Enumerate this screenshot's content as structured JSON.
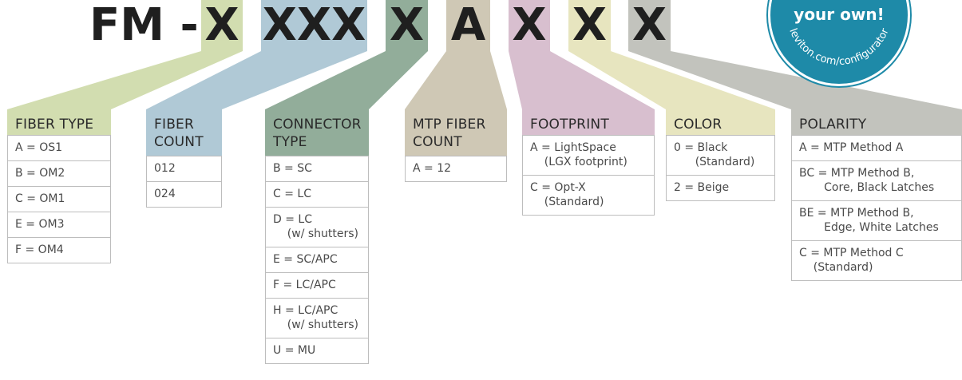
{
  "title": {
    "prefix": "FM -",
    "letters": [
      "X",
      "XXX",
      "X",
      "A",
      "X",
      "X",
      "X"
    ]
  },
  "badge": {
    "main_text": "your own!",
    "arc_text": "leviton.com/configurator"
  },
  "colors": {
    "fiber_type": "#d2ddb0",
    "fiber_count": "#b0c9d6",
    "connector_type": "#92ad9a",
    "mtp_fiber_count": "#cfc8b5",
    "footprint": "#d8bfcf",
    "color": "#e7e5bf",
    "polarity": "#c2c3bd",
    "badge": "#1e8aa8"
  },
  "columns": [
    {
      "key": "fiber_type",
      "heading": [
        "FIBER TYPE"
      ],
      "options": [
        [
          "A = OS1"
        ],
        [
          "B = OM2"
        ],
        [
          "C = OM1"
        ],
        [
          "E = OM3"
        ],
        [
          "F = OM4"
        ]
      ]
    },
    {
      "key": "fiber_count",
      "heading": [
        "FIBER",
        "COUNT"
      ],
      "options": [
        [
          "012"
        ],
        [
          "024"
        ]
      ]
    },
    {
      "key": "connector_type",
      "heading": [
        "CONNECTOR",
        "TYPE"
      ],
      "options": [
        [
          "B = SC"
        ],
        [
          "C = LC"
        ],
        [
          "D = LC",
          "    (w/ shutters)"
        ],
        [
          "E = SC/APC"
        ],
        [
          "F = LC/APC"
        ],
        [
          "H = LC/APC",
          "    (w/ shutters)"
        ],
        [
          "U = MU"
        ]
      ]
    },
    {
      "key": "mtp_fiber_count",
      "heading": [
        "MTP FIBER",
        "COUNT"
      ],
      "options": [
        [
          "A = 12"
        ]
      ]
    },
    {
      "key": "footprint",
      "heading": [
        "FOOTPRINT"
      ],
      "options": [
        [
          "A = LightSpace",
          "    (LGX footprint)"
        ],
        [
          "C = Opt-X",
          "    (Standard)"
        ]
      ]
    },
    {
      "key": "color",
      "heading": [
        "COLOR"
      ],
      "options": [
        [
          "0 = Black",
          "      (Standard)"
        ],
        [
          "2 = Beige"
        ]
      ]
    },
    {
      "key": "polarity",
      "heading": [
        "POLARITY"
      ],
      "options": [
        [
          "A = MTP Method A"
        ],
        [
          "BC = MTP Method B,",
          "       Core, Black Latches"
        ],
        [
          "BE = MTP Method B,",
          "       Edge, White Latches"
        ],
        [
          "C = MTP Method C",
          "    (Standard)"
        ]
      ]
    }
  ]
}
